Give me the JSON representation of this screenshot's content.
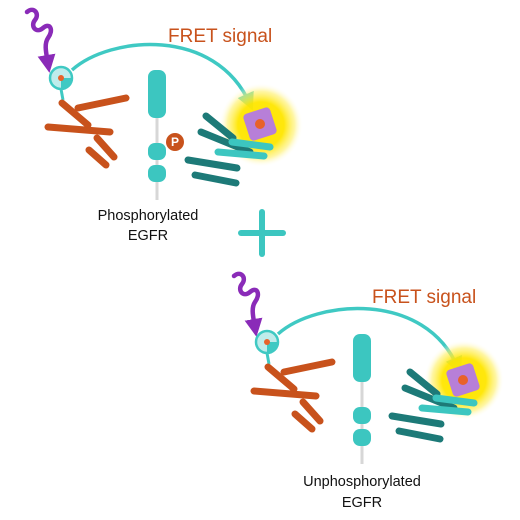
{
  "panels": {
    "phosphorylated": {
      "fret_label": "FRET signal",
      "egfr_line1": "Phosphorylated",
      "egfr_line2": "EGFR",
      "phospho_badge": "P"
    },
    "unphosphorylated": {
      "fret_label": "FRET signal",
      "egfr_line1": "Unphosphorylated",
      "egfr_line2": "EGFR"
    }
  },
  "combine_symbol": "+",
  "colors": {
    "fret_text": "#c8521c",
    "donor_antibody": "#c8521c",
    "acceptor_antibody": "#1d7a78",
    "receptor": "#3cc6c0",
    "arrow": "#3fc9c3",
    "excitation_wave": "#8a2bb8",
    "acceptor_glow": "#ffd900",
    "acceptor_dye": "#b77fd8",
    "dye_core": "#e8622a",
    "plus": "#3cc6c0"
  }
}
